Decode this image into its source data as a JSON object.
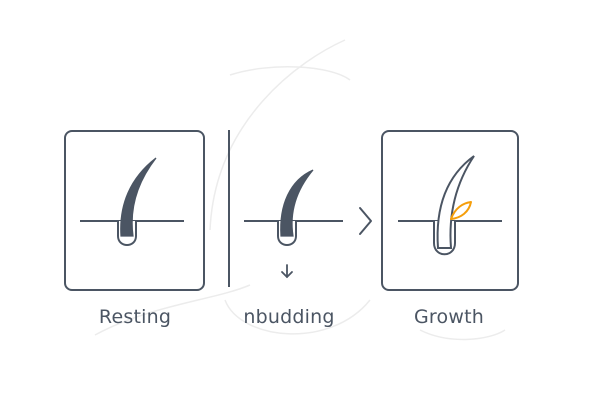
{
  "stages": [
    {
      "label": "Resting"
    },
    {
      "label": "nbudding"
    },
    {
      "label": "Growth"
    }
  ],
  "icons": {
    "arrow_right": "chevron-right-icon",
    "arrow_down": "arrow-down-icon"
  },
  "colors": {
    "stroke": "#4b5563",
    "hair_fill": "#4b5563",
    "accent": "#f59e0b",
    "faint": "#ececec"
  }
}
